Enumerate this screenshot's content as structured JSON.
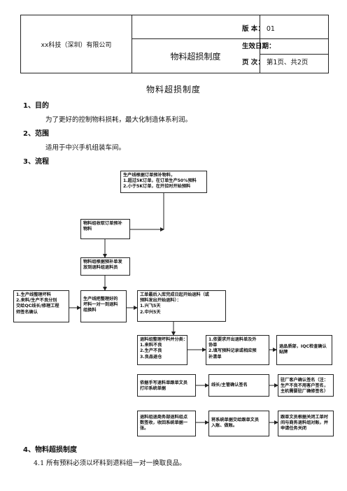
{
  "header": {
    "company": "xx科技（深圳）有限公司",
    "doc_title": "物料超损制度",
    "version_label": "版    本：",
    "version_value": "01",
    "effective_label": "生效日期：",
    "page_label": "页    次：",
    "page_value": "第1页、共2页"
  },
  "title": "物料超损制度",
  "sections": {
    "purpose_heading": "1、目的",
    "purpose_text": "为了更好的控制物料损耗，最大化制造体系利润。",
    "scope_heading": "2、范围",
    "scope_text": "适用于中兴手机组装车间。",
    "process_heading": "3、流程",
    "overloss_heading": "4、物料超损制度",
    "overloss_text": "4.1 所有预料必须以坏料到退料组一对一换取良品。"
  },
  "flow": {
    "n1": [
      "生产线根据订单预补物料，",
      "1.超过5K订单，在订单生产50%预料",
      "2.小于5K订单，在开拉时开始预料"
    ],
    "n2": [
      "物料组收取订单预补",
      "物料"
    ],
    "n3": [
      "物料组根据预补单发",
      "放到退料组退料员"
    ],
    "n4": [
      "1.生产线整理坏料",
      "2.来料/生产不良分别",
      "交给QC线长/修理工程",
      "师签名确认"
    ],
    "n5": [
      "生产线把整理好的",
      "坏料一对一到退料",
      "组换料"
    ],
    "n6": [
      "工单最后入库完成日起开始退料（或",
      "预料发出开始退料）：",
      "1.兴飞5天",
      "2.中兴5天"
    ],
    "n7": [
      "退料组整理坏料并分类：",
      "1.来料不良",
      "2.生产不良",
      "3.良品退仓"
    ],
    "n8": [
      "1.依要求开出退料单及外",
      "协单",
      "2.填写预料记录或相应预",
      "补清单"
    ],
    "n9": [
      "退品质部，IQC检查确认",
      "贴牌"
    ],
    "n10": [
      "依据手写退料单跟单文员",
      "打印系统单据"
    ],
    "n11": [
      "线长/主管确认签名"
    ],
    "n12": [
      "驻厂客户确认签名（注：",
      "生产不良不用客户签名，",
      "主机需要驻厂确修签名）"
    ],
    "n13": [
      "退料组退商务部退料组点",
      "数签收，收回系统单据一",
      "张。"
    ],
    "n14": [
      "将系统单据交给跟单文员",
      "入账、做账。"
    ],
    "n15": [
      "跟单文员根据关闭工单时",
      "间与商务退料组对账，并",
      "申请任务关闭"
    ]
  }
}
